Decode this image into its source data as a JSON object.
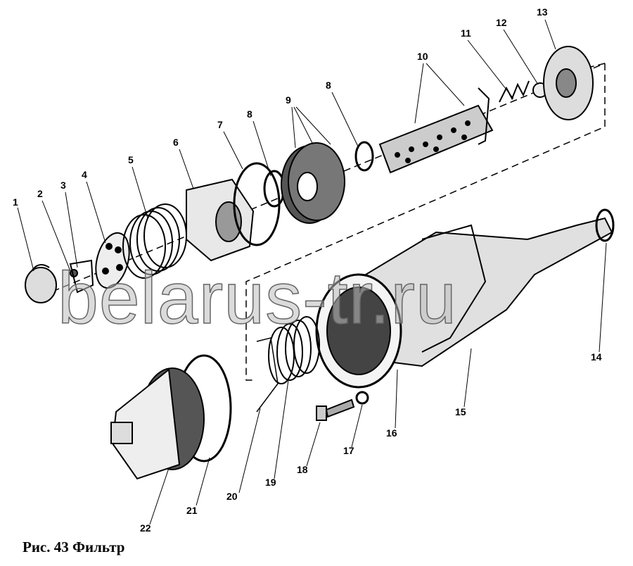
{
  "caption": "Рис. 43 Фильтр",
  "watermark": "belarus-tr.ru",
  "callouts": [
    "1",
    "2",
    "3",
    "4",
    "5",
    "6",
    "7",
    "8",
    "9",
    "8",
    "10",
    "11",
    "12",
    "13",
    "14",
    "15",
    "16",
    "17",
    "18",
    "19",
    "20",
    "21",
    "22"
  ]
}
